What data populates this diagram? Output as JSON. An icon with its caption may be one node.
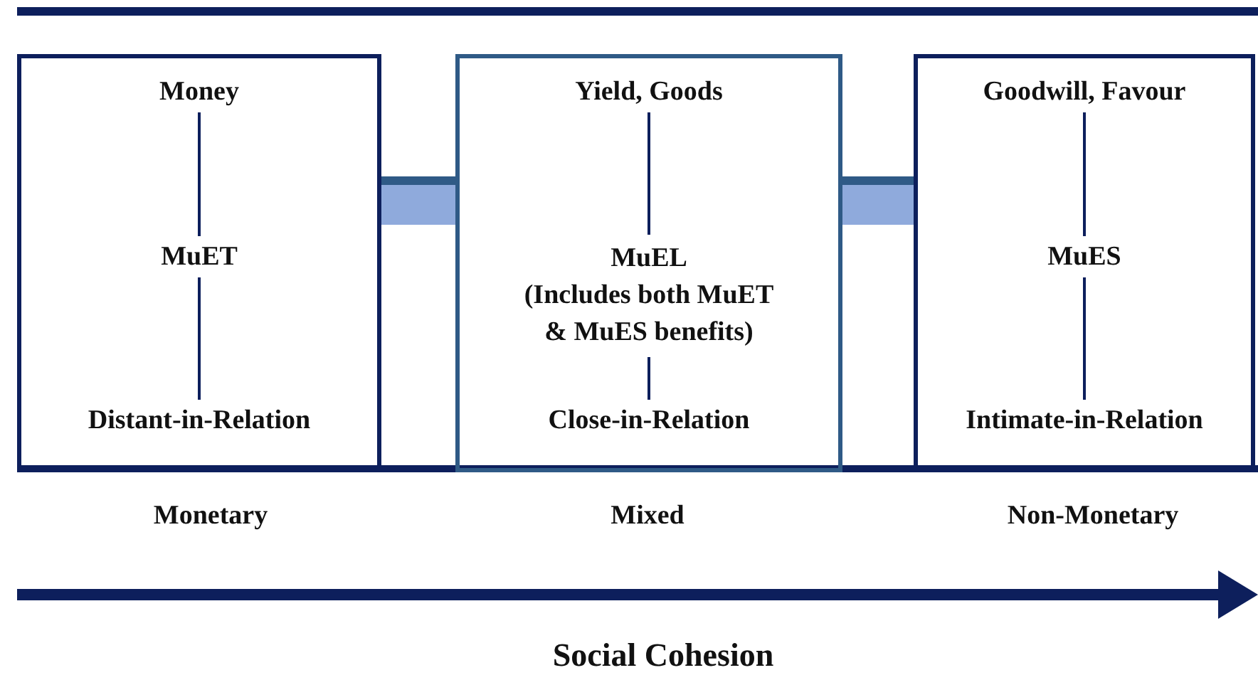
{
  "diagram": {
    "nodes": [
      {
        "text": [],
        "shape": "box"
      },
      {
        "text": [
          "Money"
        ],
        "in": 0
      },
      {
        "text": [
          "MuET"
        ],
        "in": 0
      },
      {
        "text": [
          "Distant-in-Relation"
        ],
        "in": 0
      },
      {
        "text": [],
        "shape": "box"
      },
      {
        "text": [
          "Yield, Goods"
        ],
        "in": 4
      },
      {
        "text": [
          "MuEL",
          "(Includes both MuET & MuES benefits)"
        ],
        "in": 4
      },
      {
        "text": [
          "Close-in-Relation"
        ],
        "in": 4
      },
      {
        "text": [],
        "shape": "box"
      },
      {
        "text": [
          "Goodwill, Favour"
        ],
        "in": 8
      },
      {
        "text": [
          "MuES"
        ],
        "in": 8
      },
      {
        "text": [
          "Intimate-in-Relation"
        ],
        "in": 8
      }
    ],
    "edges": [
      {
        "from": 1,
        "to": 2,
        "arrow": "none"
      },
      {
        "from": 2,
        "to": 3,
        "arrow": "none"
      },
      {
        "from": 5,
        "to": 6,
        "arrow": "none"
      },
      {
        "from": 6,
        "to": 7,
        "arrow": "none"
      },
      {
        "from": 9,
        "to": 10,
        "arrow": "none"
      },
      {
        "from": 10,
        "to": 11,
        "arrow": "none"
      },
      {
        "from": 0,
        "to": 4,
        "arrow": "none",
        "style": "thick",
        "color": "#8faadc"
      },
      {
        "from": 4,
        "to": 8,
        "arrow": "none",
        "style": "thick",
        "color": "#8faadc"
      }
    ],
    "labels": [
      "Monetary",
      "Mixed",
      "Non-Monetary",
      "Social Cohesion"
    ]
  }
}
